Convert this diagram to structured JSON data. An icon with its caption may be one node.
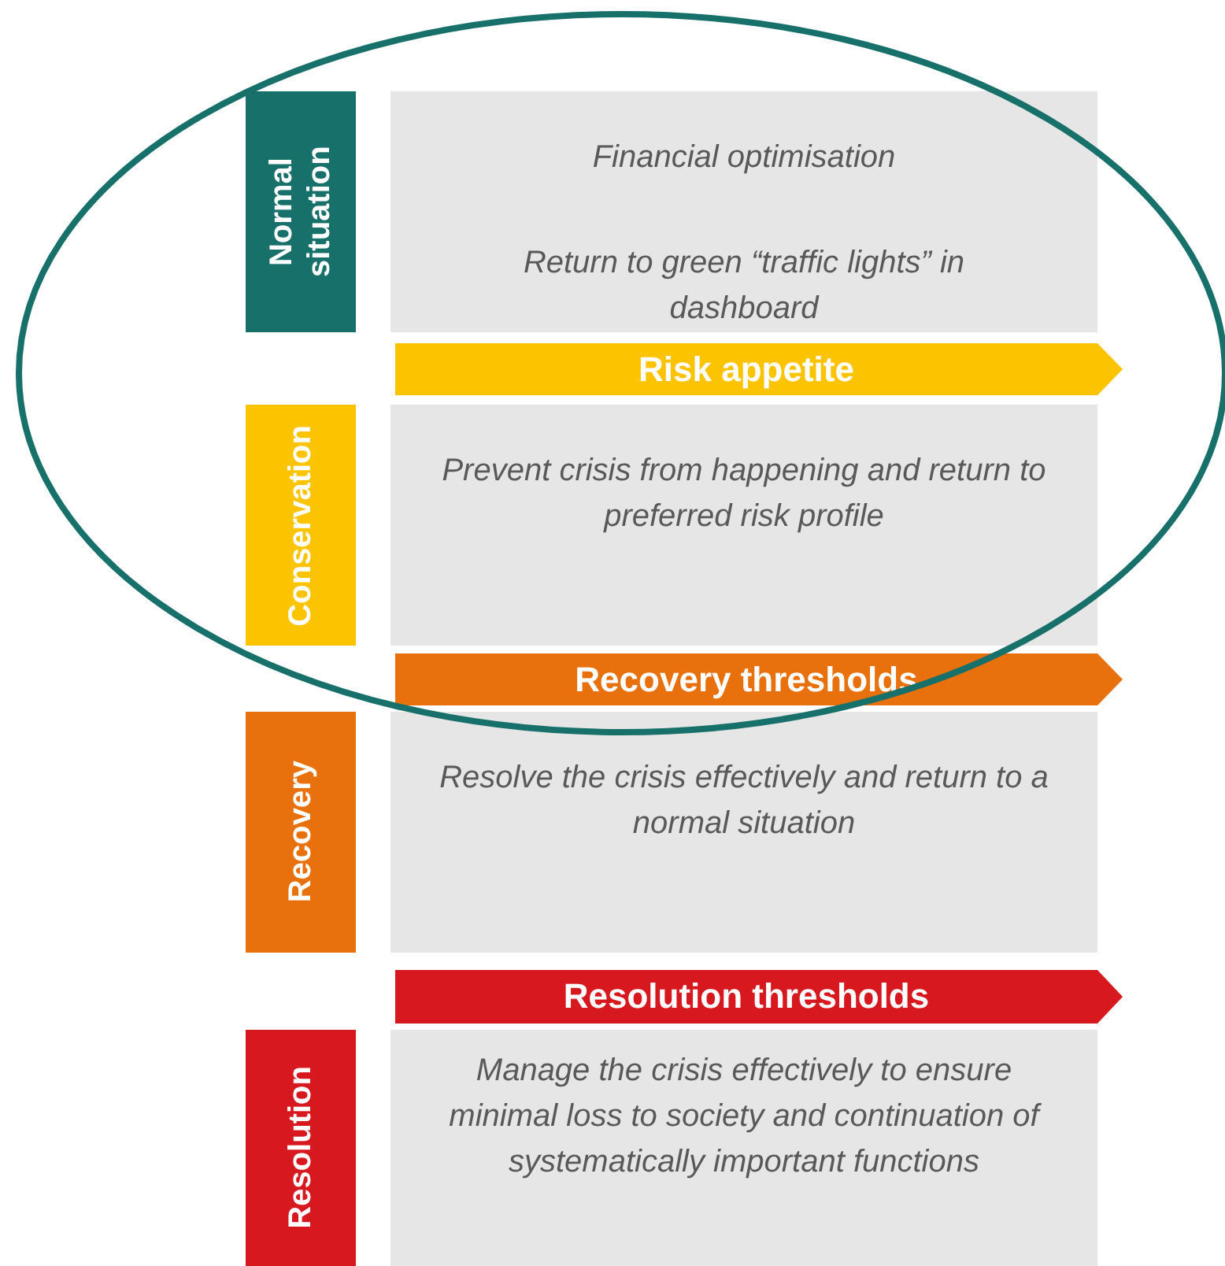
{
  "diagram": {
    "nodes": [
      {
        "text": [
          "Normal situation"
        ]
      },
      {
        "text": [
          "Financial optimisation",
          "Return to green “traffic lights” in dashboard"
        ]
      },
      {
        "text": [
          "Risk appetite"
        ]
      },
      {
        "text": [
          "Conservation"
        ]
      },
      {
        "text": [
          "Prevent crisis from happening and return to preferred risk profile"
        ]
      },
      {
        "text": [
          "Recovery thresholds"
        ]
      },
      {
        "text": [
          "Recovery"
        ]
      },
      {
        "text": [
          "Resolve the crisis effectively and return to a normal situation"
        ]
      },
      {
        "text": [
          "Resolution thresholds"
        ]
      },
      {
        "text": [
          "Resolution"
        ]
      },
      {
        "text": [
          "Manage the crisis effectively to ensure minimal loss to society and continuation of systematically important functions"
        ]
      }
    ],
    "edges": []
  }
}
